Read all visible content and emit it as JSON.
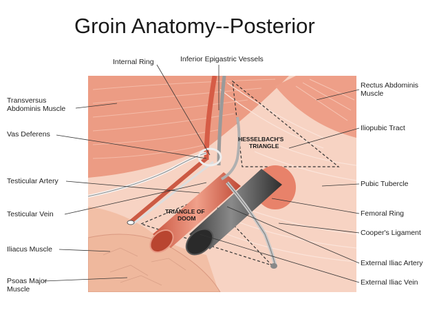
{
  "title": "Groin Anatomy--Posterior",
  "labels": {
    "internal_ring": "Internal Ring",
    "inferior_epigastric": "Inferior Epigastric Vessels",
    "transversus_1": "Transversus",
    "transversus_2": "Abdominis Muscle",
    "vas_deferens": "Vas Deferens",
    "testicular_artery": "Testicular Artery",
    "testicular_vein": "Testicular Vein",
    "iliacus": "Iliacus Muscle",
    "psoas_1": "Psoas Major",
    "psoas_2": "Muscle",
    "rectus_1": "Rectus Abdominis",
    "rectus_2": "Muscle",
    "iliopubic": "Iliopubic Tract",
    "pubic_tubercle": "Pubic Tubercle",
    "femoral_ring": "Femoral Ring",
    "coopers": "Cooper's Ligament",
    "ext_iliac_artery": "External Iliac Artery",
    "ext_iliac_vein": "External Iliac Vein",
    "hesselbach_1": "HESSELBACH'S",
    "hesselbach_2": "TRIANGLE",
    "doom_1": "TRIANGLE OF",
    "doom_2": "DOOM"
  },
  "colors": {
    "muscle": "#e8937a",
    "muscle_light": "#f2b8a2",
    "fascia": "#f7d6c8",
    "artery": "#e0705a",
    "vein": "#5a5a5a",
    "psoas": "#f0c0a8"
  }
}
